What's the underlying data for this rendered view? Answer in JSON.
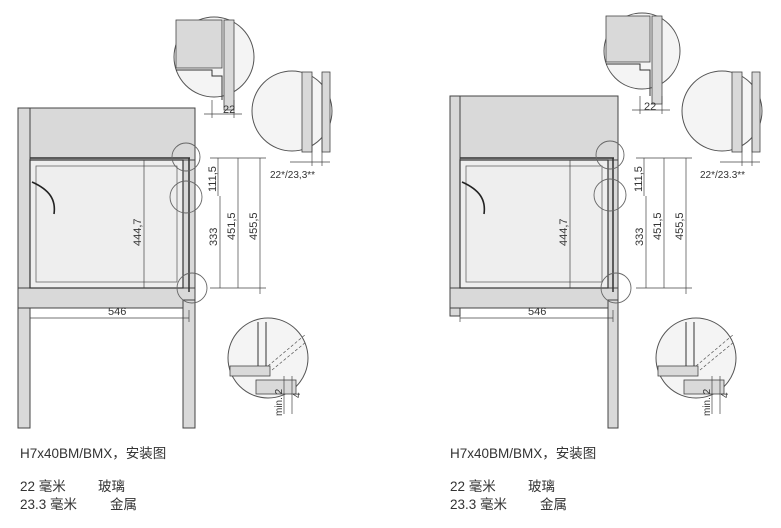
{
  "diagrams": [
    {
      "caption": "H7x40BM/BMX，安装图",
      "dims": {
        "gap_top": "22",
        "gap_side": "22*/23,3**",
        "height_111": "111,5",
        "height_444": "444,7",
        "height_333": "333",
        "height_451": "451,5",
        "height_455": "455,5",
        "width_546": "546",
        "min_2": "min. 2",
        "four": "4"
      },
      "legend": [
        {
          "size": "22 毫米",
          "material": "玻璃"
        },
        {
          "size": "23.3 毫米",
          "material": "金属"
        }
      ]
    },
    {
      "caption": "H7x40BM/BMX，安装图",
      "dims": {
        "gap_top": "22",
        "gap_side": "22*/23.3**",
        "height_111": "111,5",
        "height_444": "444,7",
        "height_333": "333",
        "height_451": "451,5",
        "height_455": "455,5",
        "width_546": "546",
        "min_2": "min. 2",
        "four": "4"
      },
      "legend": [
        {
          "size": "22 毫米",
          "material": "玻璃"
        },
        {
          "size": "23.3 毫米",
          "material": "金属"
        }
      ]
    }
  ]
}
